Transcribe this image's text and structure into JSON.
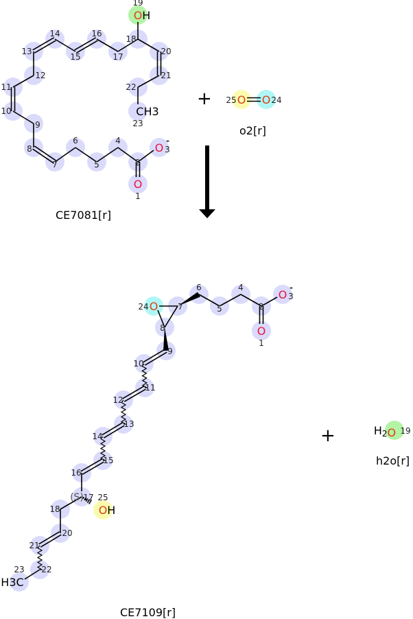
{
  "colors": {
    "atom_highlight": "#d8d8fb",
    "oxygen": "#e8173c",
    "oxygen_orange": "#d84315",
    "green": "#b4f2a6",
    "yellow": "#fbfbb0",
    "cyan": "#b1f6f6"
  },
  "reactants": {
    "ce7081": {
      "name": "CE7081[r]",
      "atoms": [
        {
          "n": "1",
          "sym": "O"
        },
        {
          "n": "2"
        },
        {
          "n": "3",
          "sym": "O",
          "charge": "-"
        },
        {
          "n": "4"
        },
        {
          "n": "5"
        },
        {
          "n": "6"
        },
        {
          "n": "7"
        },
        {
          "n": "8"
        },
        {
          "n": "9"
        },
        {
          "n": "10"
        },
        {
          "n": "11"
        },
        {
          "n": "12"
        },
        {
          "n": "13"
        },
        {
          "n": "14"
        },
        {
          "n": "15"
        },
        {
          "n": "16"
        },
        {
          "n": "17"
        },
        {
          "n": "18"
        },
        {
          "n": "19",
          "sym": "OH"
        },
        {
          "n": "20"
        },
        {
          "n": "21"
        },
        {
          "n": "22"
        },
        {
          "n": "23",
          "sym": "CH3"
        }
      ]
    },
    "o2": {
      "name": "o2[r]",
      "atoms": [
        {
          "n": "25",
          "sym": "O"
        },
        {
          "n": "24",
          "sym": "O"
        }
      ]
    },
    "plus": "+"
  },
  "products": {
    "ce7109": {
      "name": "CE7109[r]",
      "stereo_label": "(S)",
      "atoms": [
        {
          "n": "1",
          "sym": "O"
        },
        {
          "n": "2"
        },
        {
          "n": "3",
          "sym": "O",
          "charge": "-"
        },
        {
          "n": "4"
        },
        {
          "n": "5"
        },
        {
          "n": "6"
        },
        {
          "n": "7"
        },
        {
          "n": "8"
        },
        {
          "n": "9"
        },
        {
          "n": "10"
        },
        {
          "n": "11"
        },
        {
          "n": "12"
        },
        {
          "n": "13"
        },
        {
          "n": "14"
        },
        {
          "n": "15"
        },
        {
          "n": "16"
        },
        {
          "n": "17"
        },
        {
          "n": "18"
        },
        {
          "n": "20"
        },
        {
          "n": "21"
        },
        {
          "n": "22"
        },
        {
          "n": "23",
          "sym": "H3C"
        },
        {
          "n": "24",
          "sym": "O"
        },
        {
          "n": "25",
          "sym": "OH"
        }
      ]
    },
    "h2o": {
      "name": "h2o[r]",
      "atoms": [
        {
          "n": "19",
          "sym": "H2O"
        }
      ]
    },
    "plus": "+"
  }
}
